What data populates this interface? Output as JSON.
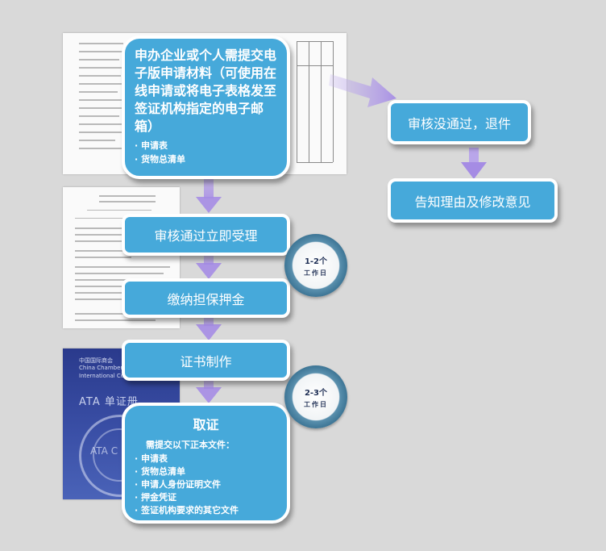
{
  "flow": {
    "submit": {
      "text": "申办企业或个人需提交电子版申请材料（可使用在线申请或将电子表格发至签证机构指定的电子邮箱）",
      "items": [
        "· 申请表",
        "· 货物总清单"
      ]
    },
    "approve": "审核通过立即受理",
    "deposit": "缴纳担保押金",
    "make_cert": "证书制作",
    "collect": {
      "title": "取证",
      "intro": "需提交以下正本文件：",
      "items": [
        "· 申请表",
        "· 货物总清单",
        "· 申请人身份证明文件",
        "· 押金凭证",
        "· 签证机构要求的其它文件"
      ]
    },
    "reject": "审核没通过，退件",
    "notify": "告知理由及修改意见"
  },
  "durations": [
    {
      "value": "1-2个",
      "unit": "工作日"
    },
    {
      "value": "2-3个",
      "unit": "工作日"
    }
  ],
  "colors": {
    "box_fill": "#46a9da",
    "box_border": "#ffffff",
    "arrow": "#a58ce4",
    "background": "#d9d9d9"
  }
}
